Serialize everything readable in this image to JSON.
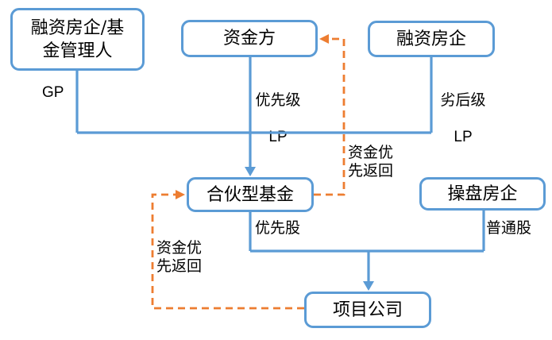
{
  "colors": {
    "node_border": "#5B9BD5",
    "connector_blue": "#5B9BD5",
    "return_flow_orange": "#ED7D31",
    "text": "#000000",
    "background": "#FFFFFF"
  },
  "nodes": {
    "manager": {
      "label": "融资房企/基\n金管理人"
    },
    "capital": {
      "label": "资金方"
    },
    "financier": {
      "label": "融资房企"
    },
    "fund": {
      "label": "合伙型基金"
    },
    "operator": {
      "label": "操盘房企"
    },
    "project": {
      "label": "项目公司"
    }
  },
  "edge_labels": {
    "gp": "GP",
    "senior_lp_cn": "优先级",
    "senior_lp_en": "LP",
    "junior_lp_cn": "劣后级",
    "junior_lp_en": "LP",
    "return_to_capital": "资金优\n先返回",
    "return_to_fund": "资金优\n先返回",
    "preferred_stock": "优先股",
    "common_stock": "普通股"
  }
}
